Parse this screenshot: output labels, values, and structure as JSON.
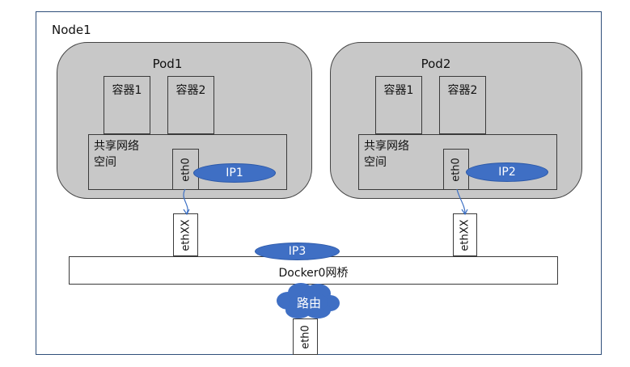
{
  "node": {
    "label": "Node1"
  },
  "pods": [
    {
      "label": "Pod1",
      "containers": [
        "容器1",
        "容器2"
      ],
      "shared_net_line1": "共享网络",
      "shared_net_line2": "空间",
      "iface": "eth0",
      "ip": "IP1",
      "veth": "ethXX"
    },
    {
      "label": "Pod2",
      "containers": [
        "容器1",
        "容器2"
      ],
      "shared_net_line1": "共享网络",
      "shared_net_line2": "空间",
      "iface": "eth0",
      "ip": "IP2",
      "veth": "ethXX"
    }
  ],
  "bridge": {
    "label": "Docker0网桥",
    "ip": "IP3"
  },
  "router": {
    "label": "路由"
  },
  "host_iface": "eth0",
  "colors": {
    "pod_fill": "#c8c8c8",
    "ip_fill": "#3f6fc4",
    "frame": "#2f4f7a"
  }
}
